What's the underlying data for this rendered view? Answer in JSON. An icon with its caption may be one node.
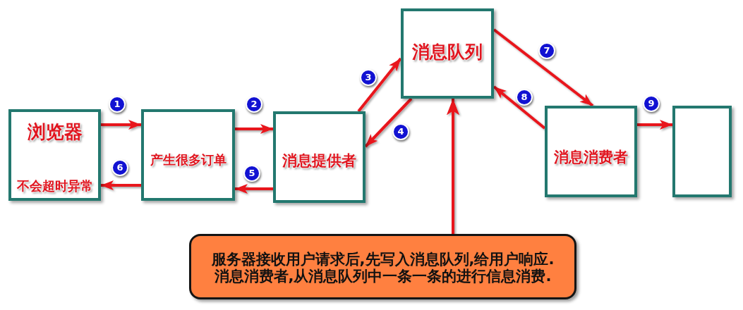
{
  "diagram": {
    "nodes": [
      {
        "text": [
          "浏览器",
          "不会超时异常"
        ]
      },
      {
        "text": [
          "产生很多订单"
        ]
      },
      {
        "text": [
          "消息提供者"
        ]
      },
      {
        "text": [
          "消息队列"
        ]
      },
      {
        "text": [
          "消息消费者"
        ]
      },
      {
        "text": [],
        "shape": "box"
      },
      {
        "text": [
          "服务器接收用户请求后,先写入消息队列,给用户响应.",
          "消息消费者,从消息队列中一条一条的进行信息消费."
        ]
      }
    ],
    "edges": [
      {
        "from": 0,
        "to": 1,
        "arrow": "to",
        "label": "1"
      },
      {
        "from": 1,
        "to": 2,
        "arrow": "to",
        "label": "2"
      },
      {
        "from": 2,
        "to": 3,
        "arrow": "to",
        "label": "3"
      },
      {
        "from": 3,
        "to": 2,
        "arrow": "to",
        "label": "4"
      },
      {
        "from": 2,
        "to": 1,
        "arrow": "to",
        "label": "5"
      },
      {
        "from": 1,
        "to": 0,
        "arrow": "to",
        "label": "6"
      },
      {
        "from": 3,
        "to": 4,
        "arrow": "to",
        "label": "7"
      },
      {
        "from": 4,
        "to": 3,
        "arrow": "to",
        "label": "8"
      },
      {
        "from": 4,
        "to": 5,
        "arrow": "to",
        "label": "9"
      },
      {
        "from": 6,
        "to": 3,
        "arrow": "to"
      }
    ]
  }
}
